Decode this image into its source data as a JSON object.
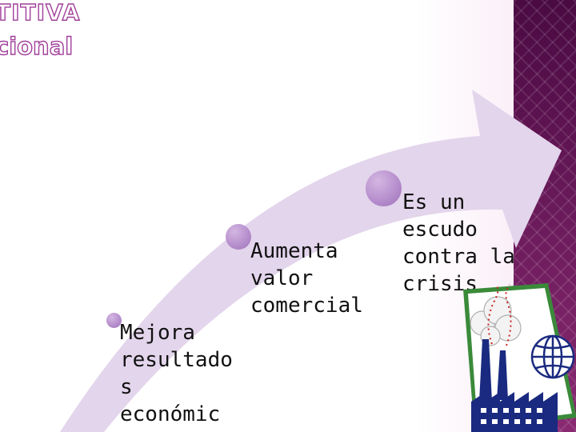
{
  "title": {
    "line1": "TITIVA",
    "line2": "cional"
  },
  "colors": {
    "title_outline": "#a0409a",
    "arrow_fill": "#e3d5ec",
    "dot_fill": "#b48ccb",
    "side_band": "#5a1050",
    "factory_dark": "#1a2a80",
    "factory_frame": "#3a8a3a"
  },
  "steps": [
    {
      "text": "Mejora\nresultado\ns\neconómic"
    },
    {
      "text": "Aumenta\nvalor\ncomercial"
    },
    {
      "text": "Es un\nescudo\ncontra la\ncrisis"
    }
  ],
  "illustration": {
    "name": "factory-globe-icon"
  }
}
